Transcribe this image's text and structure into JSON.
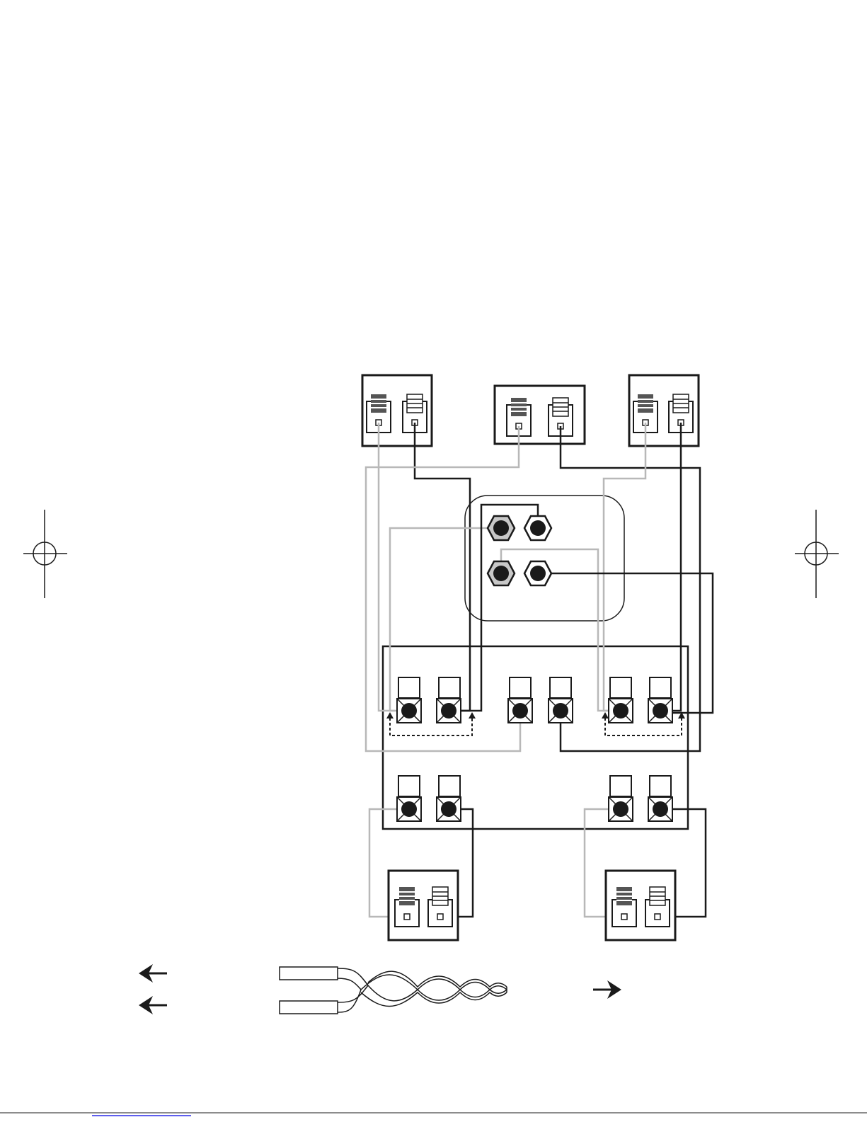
{
  "diagram": {
    "kind": "speaker wiring diagram",
    "colors": {
      "line": "#1a1a1a",
      "wire_dark": "#1a1a1a",
      "wire_light": "#b8b8b8",
      "terminal_positive": "#555555",
      "connector_light": "#c8c8c8",
      "footer_line": "#2a2ae8"
    },
    "components": [
      "front-left-speaker",
      "center-speaker",
      "front-right-speaker",
      "phono-input-panel",
      "receiver-back-panel",
      "surround-left-speaker",
      "surround-right-speaker",
      "speaker-wire"
    ],
    "legend_icons": [
      "arrow-left-icon",
      "arrow-left-icon",
      "arrow-right-icon"
    ],
    "registration_marks": 2
  }
}
